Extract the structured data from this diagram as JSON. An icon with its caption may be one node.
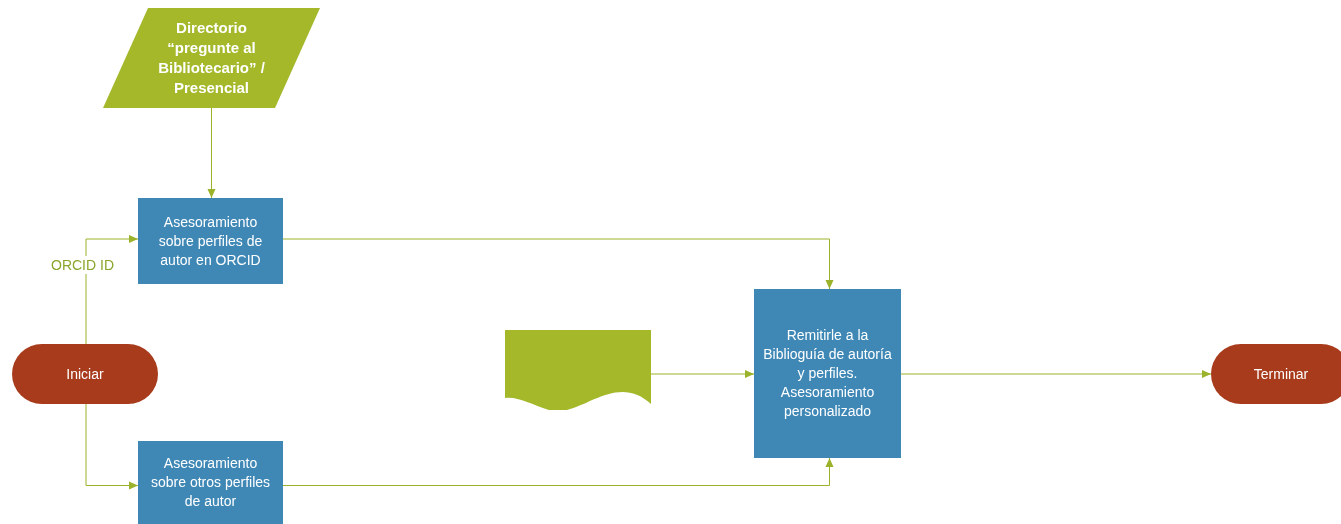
{
  "diagram": {
    "nodes": [
      {
        "text": [
          "Directorio “pregunte al Bibliotecario” / Presencial"
        ]
      },
      {
        "text": [
          "Asesoramiento sobre perfiles de autor en ORCID"
        ]
      },
      {
        "text": [
          "Iniciar"
        ]
      },
      {
        "text": [
          "Asesoramiento sobre otros perfiles de autor"
        ]
      },
      {
        "text": [],
        "shape": "document"
      },
      {
        "text": [
          "Remitirle a la Biblioguía de autoría y perfiles. Asesoramiento personalizado"
        ]
      },
      {
        "text": [
          "Terminar"
        ]
      }
    ],
    "edges": [
      {
        "from": 0,
        "to": 1,
        "arrow": "to"
      },
      {
        "from": 2,
        "to": 1,
        "arrow": "to",
        "label": "ORCID ID"
      },
      {
        "from": 2,
        "to": 3,
        "arrow": "to"
      },
      {
        "from": 1,
        "to": 5,
        "arrow": "to"
      },
      {
        "from": 3,
        "to": 5,
        "arrow": "to"
      },
      {
        "from": 4,
        "to": 5,
        "arrow": "to"
      },
      {
        "from": 5,
        "to": 6,
        "arrow": "to"
      }
    ]
  }
}
